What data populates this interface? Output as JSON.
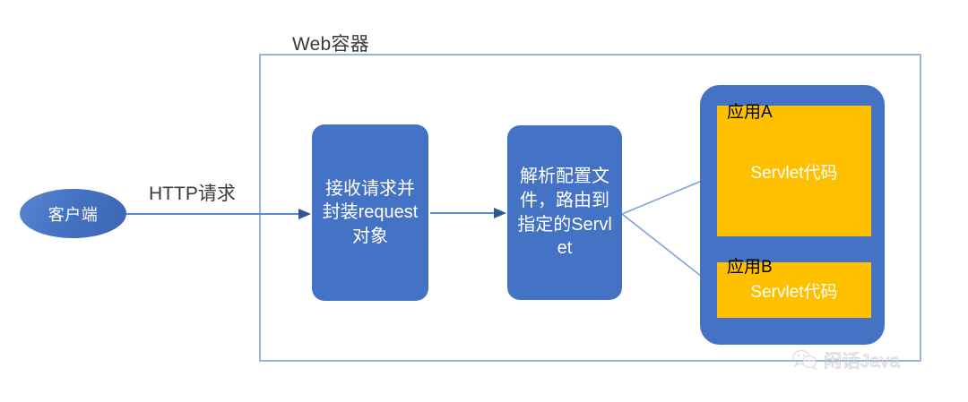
{
  "diagram": {
    "container": {
      "title": "Web容器"
    },
    "client": {
      "label": "客户端"
    },
    "request_arrow": {
      "label": "HTTP请求"
    },
    "processes": [
      {
        "id": "receive",
        "label": "接收请求并封装request对象"
      },
      {
        "id": "route",
        "label": "解析配置文件，路由到指定的Servlet"
      }
    ],
    "applications": [
      {
        "id": "app-a",
        "title": "应用A",
        "code_label": "Servlet代码"
      },
      {
        "id": "app-b",
        "title": "应用B",
        "code_label": "Servlet代码"
      }
    ],
    "watermark": {
      "text": "闲话Java",
      "icon": "wechat-icon"
    },
    "colors": {
      "process_blue": "#4472C4",
      "app_orange": "#FFC000",
      "container_border": "#9CB2DA",
      "connector": "#5B8AD4",
      "text_dark": "#3A3A3A"
    }
  }
}
